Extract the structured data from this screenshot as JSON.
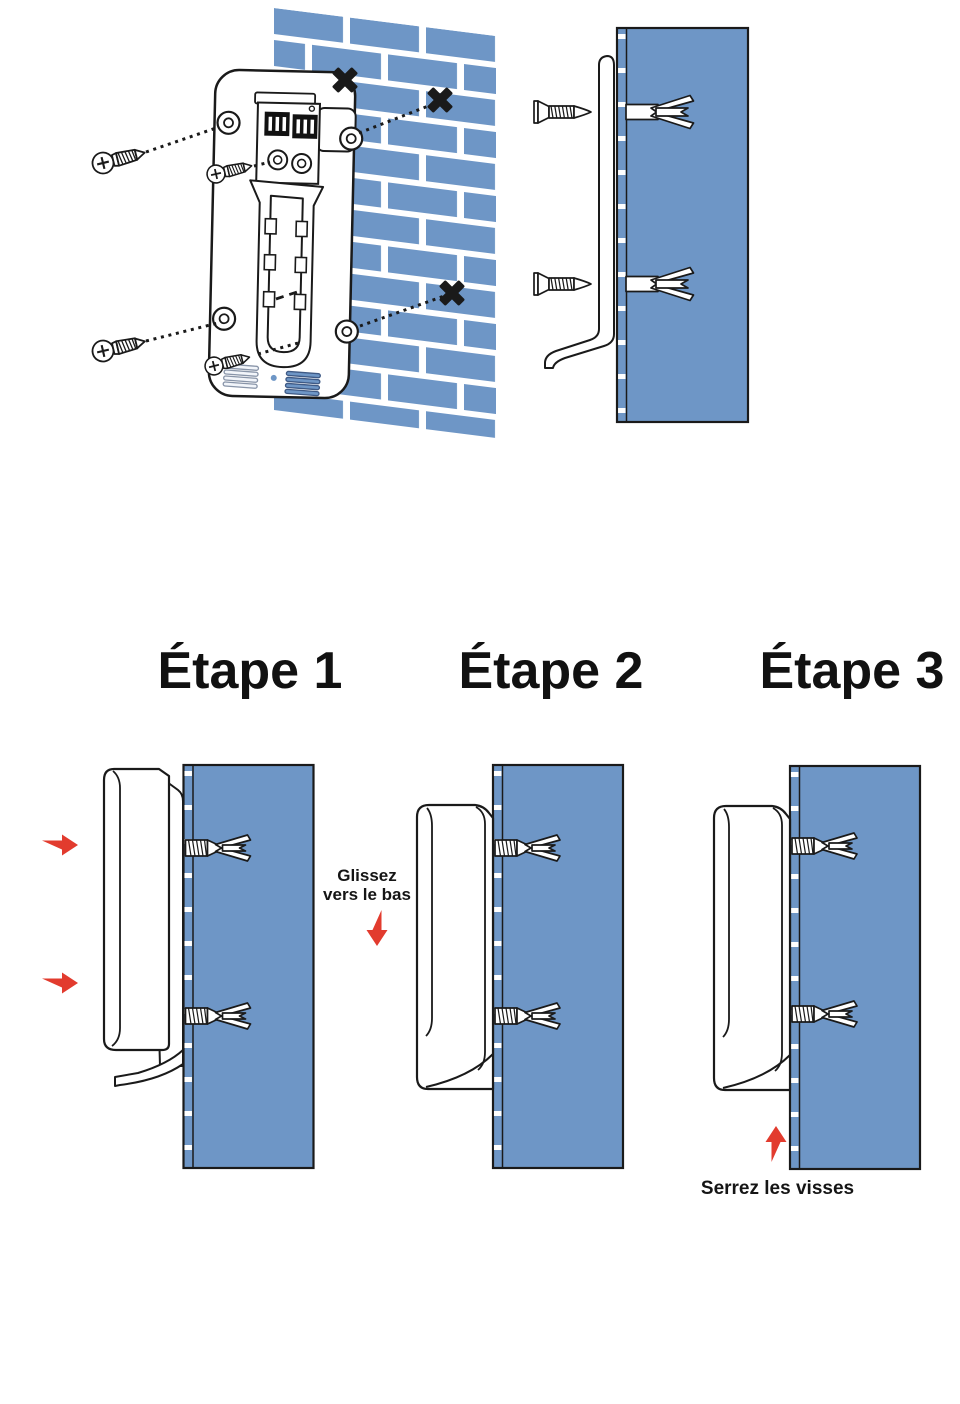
{
  "steps": [
    {
      "title": "Étape 1"
    },
    {
      "title": "Étape 2"
    },
    {
      "title": "Étape 3"
    }
  ],
  "labels": {
    "slide_line1": "Glissez",
    "slide_line2": "vers le bas",
    "tighten": "Serrez les visses"
  },
  "colors": {
    "brick": "#6e96c6",
    "red": "#e23b2e",
    "line": "#1a1a1a"
  }
}
